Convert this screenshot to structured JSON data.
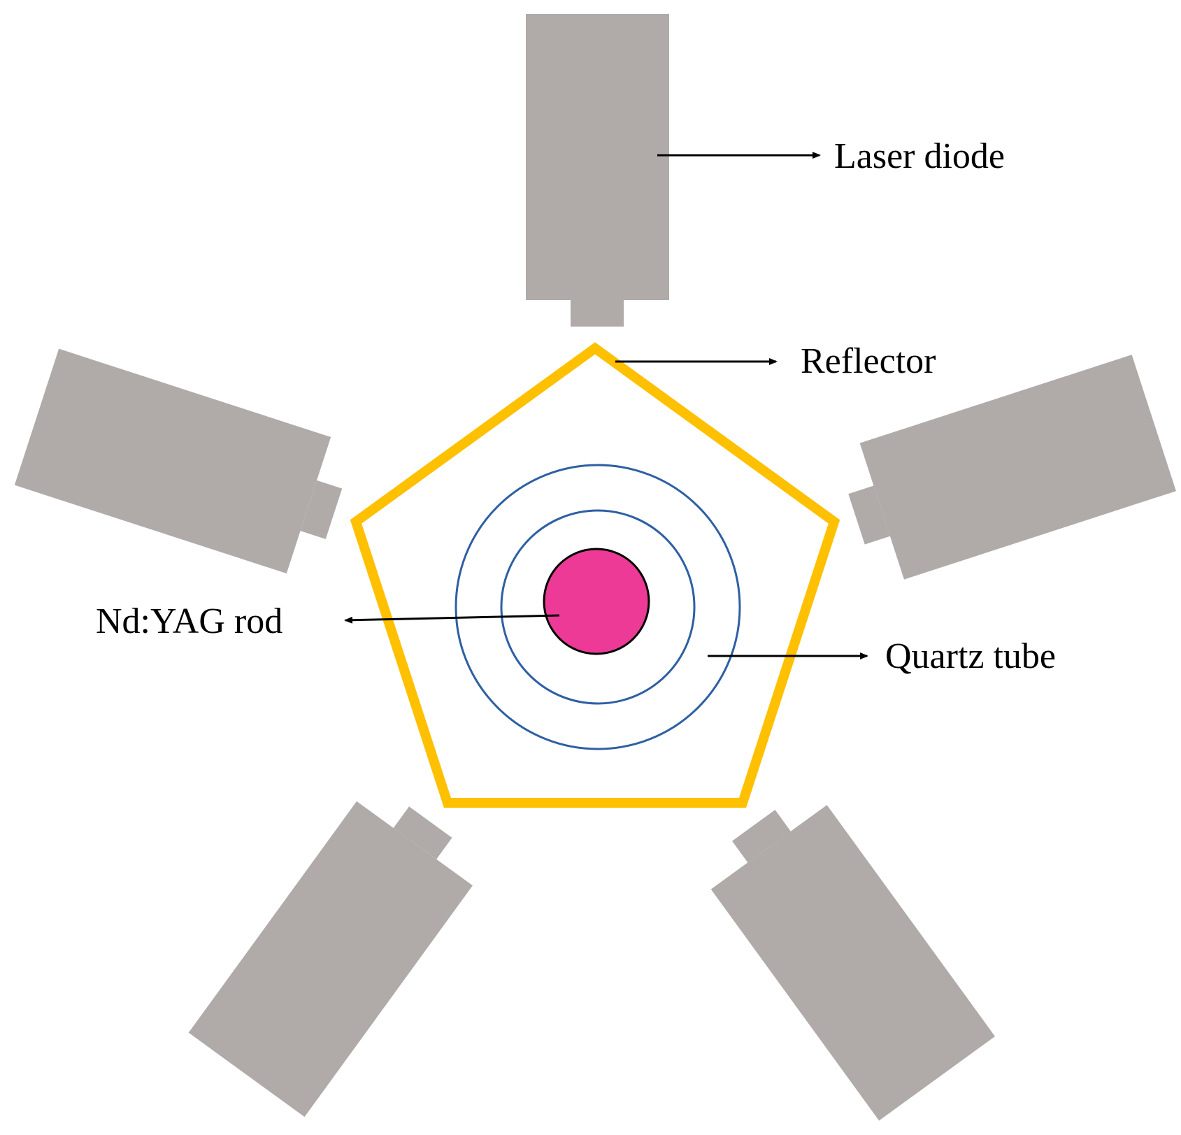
{
  "labels": {
    "laser_diode": "Laser diode",
    "reflector": "Reflector",
    "rod": "Nd:YAG rod",
    "quartz_tube": "Quartz tube"
  },
  "colors": {
    "diode_fill": "#b0aba8",
    "reflector_stroke": "#ffc000",
    "tube_stroke": "#2e5fa3",
    "rod_fill": "#ec3a96",
    "rod_stroke": "#000000",
    "arrow": "#000000",
    "background": "#ffffff"
  },
  "diagram": {
    "laser_diode_count": 5,
    "quartz_tube_rings": 2
  }
}
